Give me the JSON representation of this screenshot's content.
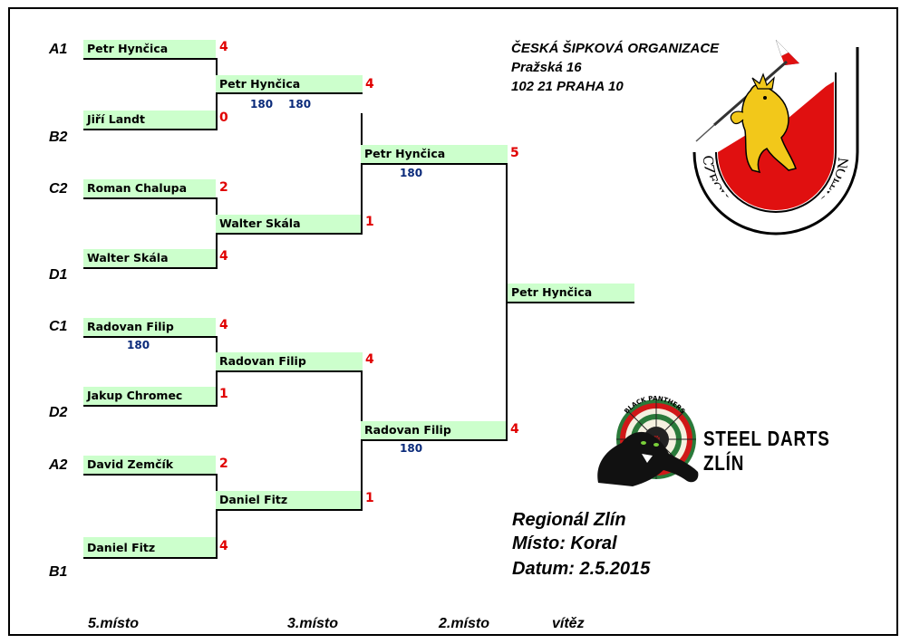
{
  "organization": {
    "name": "ČESKÁ ŠIPKOVÁ ORGANIZACE",
    "street": "Pražská 16",
    "city": "102 21 PRAHA 10",
    "logo_text": "CZECH DARTS ORGANISATION"
  },
  "club": {
    "name": "STEEL DARTS ZLÍN",
    "logo_text": "BLACK PANTHERS"
  },
  "event": {
    "name": "Regionál  Zlín",
    "venue": "Místo: Koral",
    "date": "Datum: 2.5.2015"
  },
  "seeds": [
    "A1",
    "B2",
    "C2",
    "D1",
    "C1",
    "D2",
    "A2",
    "B1"
  ],
  "round1": [
    {
      "player": "Petr Hynčica",
      "score": "4",
      "marks": ""
    },
    {
      "player": "Jiří Landt",
      "score": "0",
      "marks": ""
    },
    {
      "player": "Roman Chalupa",
      "score": "2",
      "marks": ""
    },
    {
      "player": "Walter Skála",
      "score": "4",
      "marks": ""
    },
    {
      "player": "Radovan Filip",
      "score": "4",
      "marks": "180"
    },
    {
      "player": "Jakup Chromec",
      "score": "1",
      "marks": ""
    },
    {
      "player": "David Zemčík",
      "score": "2",
      "marks": ""
    },
    {
      "player": "Daniel Fitz",
      "score": "4",
      "marks": ""
    }
  ],
  "round2": [
    {
      "player": "Petr Hynčica",
      "score": "4",
      "marks": [
        "180",
        "180"
      ]
    },
    {
      "player": "Walter Skála",
      "score": "1",
      "marks": []
    },
    {
      "player": "Radovan Filip",
      "score": "4",
      "marks": []
    },
    {
      "player": "Daniel Fitz",
      "score": "1",
      "marks": []
    }
  ],
  "semifinal": [
    {
      "player": "Petr Hynčica",
      "score": "5",
      "marks": "180"
    },
    {
      "player": "Radovan Filip",
      "score": "4",
      "marks": "180"
    }
  ],
  "winner": {
    "player": "Petr Hynčica"
  },
  "placements": [
    "5.místo",
    "3.místo",
    "2.místo",
    "vítěz"
  ]
}
